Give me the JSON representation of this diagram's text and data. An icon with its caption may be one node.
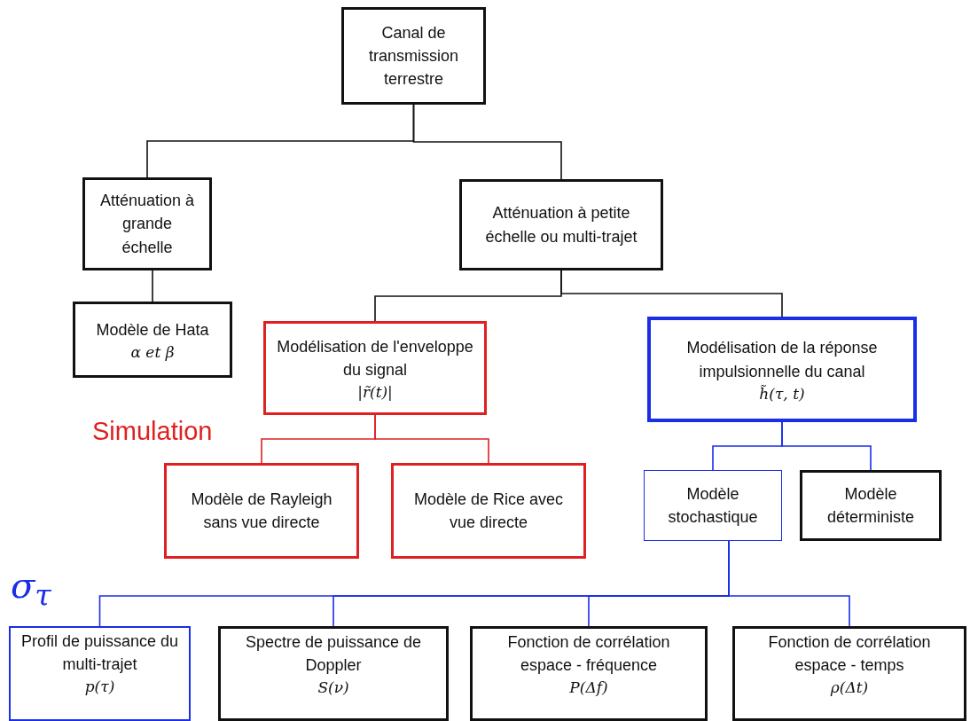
{
  "diagram": {
    "nodes": [
      {
        "text": [
          "Canal de transmission terrestre"
        ]
      },
      {
        "text": [
          "Atténuation à grande échelle"
        ]
      },
      {
        "text": [
          "Atténuation à petite échelle ou multi-trajet"
        ]
      },
      {
        "text": [
          "Modèle de Hata",
          "α et β"
        ]
      },
      {
        "text": [
          "Modélisation de l'enveloppe du signal",
          "|r̃(t)|"
        ]
      },
      {
        "text": [
          "Modélisation de la réponse impulsionnelle du canal",
          "h̃(τ, t)"
        ]
      },
      {
        "text": [
          "Modèle de Rayleigh sans vue directe"
        ]
      },
      {
        "text": [
          "Modèle de Rice avec vue directe"
        ]
      },
      {
        "text": [
          "Modèle stochastique"
        ]
      },
      {
        "text": [
          "Modèle déterministe"
        ]
      },
      {
        "text": [
          "Profil de puissance du multi-trajet",
          "p(τ)"
        ]
      },
      {
        "text": [
          "Spectre de puissance de Doppler",
          "S(ν)"
        ]
      },
      {
        "text": [
          "Fonction de corrélation espace - fréquence",
          "P(Δf)"
        ]
      },
      {
        "text": [
          "Fonction de corrélation espace - temps",
          "ρ(Δt)"
        ]
      }
    ],
    "edges": [
      {
        "from": 0,
        "to": 1,
        "arrow": "none",
        "color": "#111111"
      },
      {
        "from": 0,
        "to": 2,
        "arrow": "none",
        "color": "#111111"
      },
      {
        "from": 1,
        "to": 3,
        "arrow": "none",
        "color": "#111111"
      },
      {
        "from": 2,
        "to": 4,
        "arrow": "none",
        "color": "#111111"
      },
      {
        "from": 2,
        "to": 5,
        "arrow": "none",
        "color": "#111111"
      },
      {
        "from": 4,
        "to": 6,
        "arrow": "none",
        "color": "#e02020"
      },
      {
        "from": 4,
        "to": 7,
        "arrow": "none",
        "color": "#e02020"
      },
      {
        "from": 5,
        "to": 8,
        "arrow": "none",
        "color": "#1a2ee8"
      },
      {
        "from": 5,
        "to": 9,
        "arrow": "none",
        "color": "#1a2ee8"
      },
      {
        "from": 8,
        "to": 10,
        "arrow": "none",
        "color": "#1a2ee8"
      },
      {
        "from": 8,
        "to": 11,
        "arrow": "none",
        "color": "#1a2ee8"
      },
      {
        "from": 8,
        "to": 12,
        "arrow": "none",
        "color": "#1a2ee8"
      },
      {
        "from": 8,
        "to": 13,
        "arrow": "none",
        "color": "#1a2ee8"
      }
    ],
    "labels": [
      "Simulation",
      "σ$_{τ}$"
    ]
  }
}
